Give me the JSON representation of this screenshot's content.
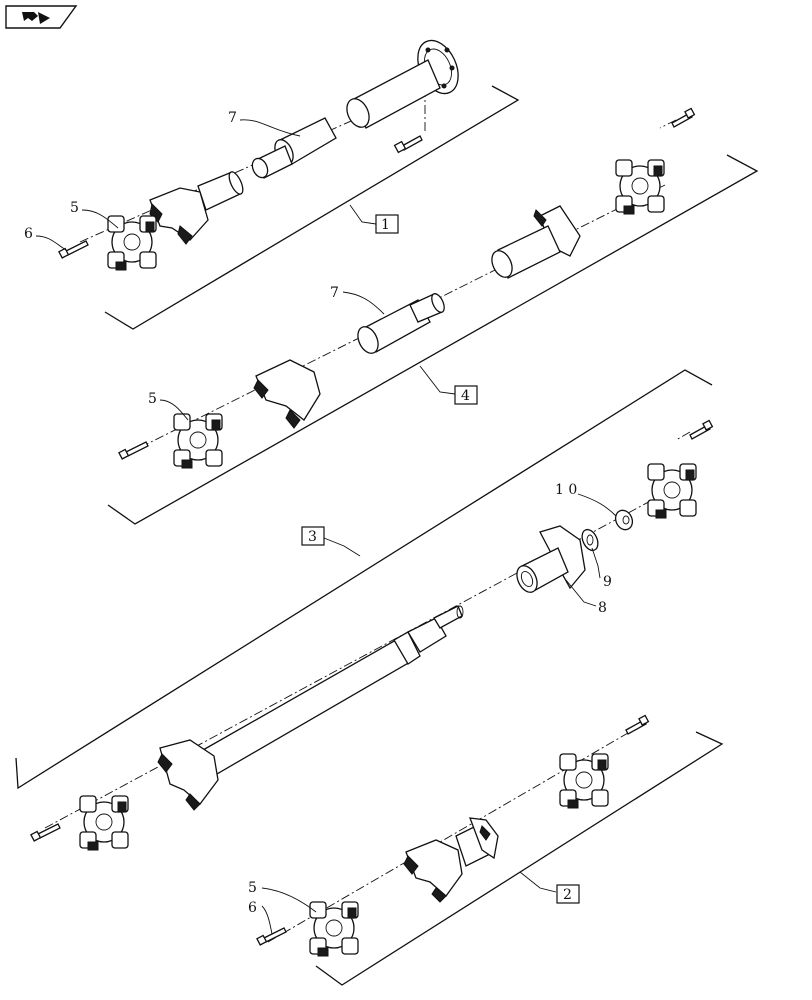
{
  "navigation": {
    "icon": "next-page-arrow-icon"
  },
  "callouts": {
    "c5a": "5",
    "c6a": "6",
    "c7a": "7",
    "c7b": "7",
    "c5b": "5",
    "c10": "1 0",
    "c9": "9",
    "c8": "8",
    "c5c": "5",
    "c6c": "6"
  },
  "assemblies": {
    "a1": "1",
    "a4": "4",
    "a3": "3",
    "a2": "2"
  }
}
